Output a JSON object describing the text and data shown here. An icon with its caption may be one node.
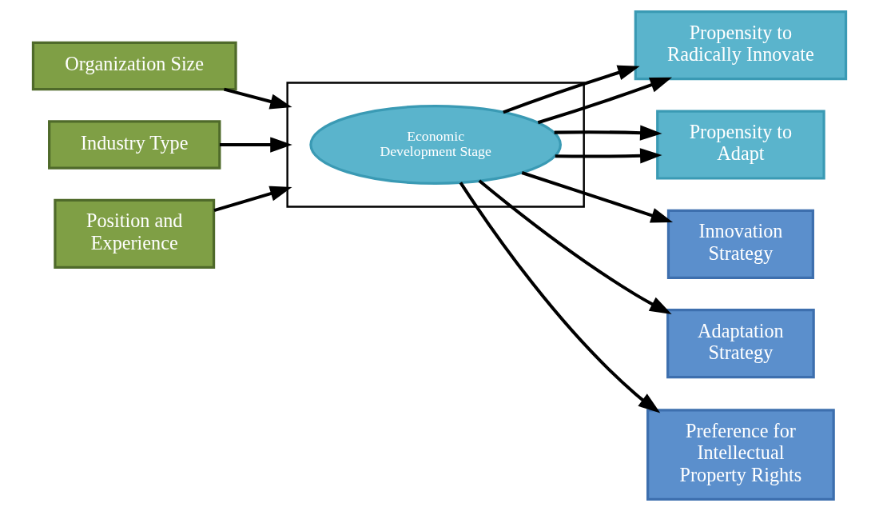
{
  "diagram": {
    "nodes": [
      {
        "text": [
          "Organization Size"
        ]
      },
      {
        "text": [
          "Industry Type"
        ]
      },
      {
        "text": [
          "Position and Experience"
        ]
      },
      {
        "text": [
          "Propensity to Radically Innovate"
        ]
      },
      {
        "text": [],
        "shape": "box"
      },
      {
        "text": [
          "Economic Development Stage"
        ],
        "in": 4
      },
      {
        "text": [
          "Propensity to Adapt"
        ]
      },
      {
        "text": [
          "Innovation Strategy"
        ]
      },
      {
        "text": [
          "Adaptation Strategy"
        ]
      },
      {
        "text": [
          "Preference for Intellectual Property Rights"
        ]
      }
    ],
    "edges": [
      {
        "from": 0,
        "to": 4,
        "arrow": "to"
      },
      {
        "from": 1,
        "to": 4,
        "arrow": "to"
      },
      {
        "from": 2,
        "to": 4,
        "arrow": "to"
      },
      {
        "from": 5,
        "to": 3,
        "arrow": "to"
      },
      {
        "from": 5,
        "to": 3,
        "arrow": "to"
      },
      {
        "from": 5,
        "to": 6,
        "arrow": "to"
      },
      {
        "from": 5,
        "to": 6,
        "arrow": "to"
      },
      {
        "from": 5,
        "to": 7,
        "arrow": "to"
      },
      {
        "from": 5,
        "to": 8,
        "arrow": "to"
      },
      {
        "from": 5,
        "to": 9,
        "arrow": "to"
      }
    ]
  }
}
